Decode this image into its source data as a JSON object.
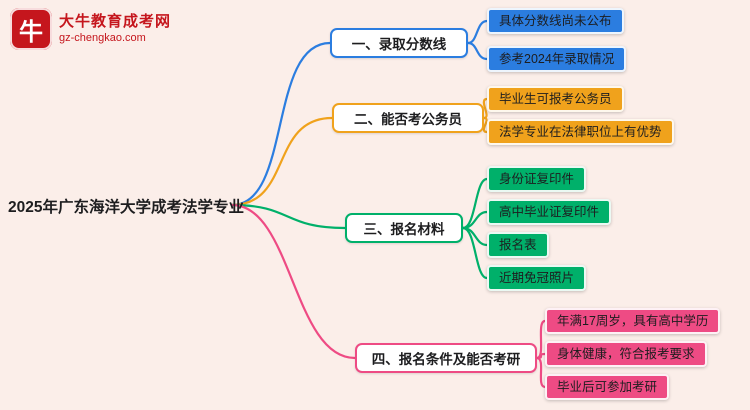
{
  "logo": {
    "mark_text": "牛",
    "brand": "大牛教育成考网",
    "domain": "gz-chengkao.com"
  },
  "root": {
    "label": "2025年广东海洋大学成考法学专业"
  },
  "colors": {
    "background": "#fbeee9",
    "logo_red": "#c5161d",
    "branch_blue": "#2b7de0",
    "branch_orange": "#f0a21c",
    "branch_green": "#00b06a",
    "branch_pink": "#ee4b84",
    "text": "#1d1d1f"
  },
  "branches": [
    {
      "label": "一、录取分数线",
      "color": "#2b7de0",
      "children": [
        "具体分数线尚未公布",
        "参考2024年录取情况"
      ]
    },
    {
      "label": "二、能否考公务员",
      "color": "#f0a21c",
      "children": [
        "毕业生可报考公务员",
        "法学专业在法律职位上有优势"
      ]
    },
    {
      "label": "三、报名材料",
      "color": "#00b06a",
      "children": [
        "身份证复印件",
        "高中毕业证复印件",
        "报名表",
        "近期免冠照片"
      ]
    },
    {
      "label": "四、报名条件及能否考研",
      "color": "#ee4b84",
      "children": [
        "年满17周岁，具有高中学历",
        "身体健康，符合报考要求",
        "毕业后可参加考研"
      ]
    }
  ]
}
